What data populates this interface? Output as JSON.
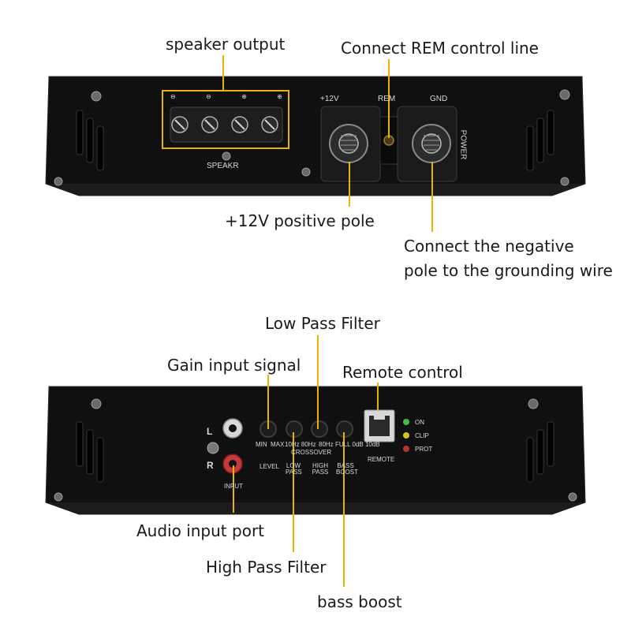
{
  "callouts": {
    "speaker_output": "speaker output",
    "rem_control": "Connect REM control line",
    "positive_pole": "+12V positive pole",
    "negative_pole_line1": "Connect the negative",
    "negative_pole_line2": "pole to the grounding wire",
    "low_pass": "Low Pass Filter",
    "gain": "Gain input signal",
    "remote": "Remote control",
    "audio_input": "Audio input port",
    "high_pass": "High Pass Filter",
    "bass_boost": "bass boost"
  },
  "top_panel": {
    "speaker_polarity": [
      "⊖",
      "⊖",
      "⊕",
      "⊕"
    ],
    "speaker_label": "SPEAKR",
    "plus12v": "+12V",
    "rem": "REM",
    "gnd": "GND",
    "power": "POWER"
  },
  "bottom_panel": {
    "left": "L",
    "right": "R",
    "input": "INPUT",
    "level_min": "MIN",
    "level_max": "MAX",
    "lowpass_range": "10Hz 80Hz",
    "highpass_range": "80Hz",
    "crossover": "CROSSOVER",
    "bass_range": "FULL 0dB  10dB",
    "level": "LEVEL",
    "low_pass": "LOW PASS",
    "high_pass": "HIGH PASS",
    "bass_boost": "BASS BOOST",
    "remote": "REMOTE",
    "leds": [
      {
        "label": "ON",
        "color": "#3fbf3f"
      },
      {
        "label": "CLIP",
        "color": "#d8c21a"
      },
      {
        "label": "PROT",
        "color": "#b8322a"
      }
    ]
  },
  "colors": {
    "callout_line": "#e8b400",
    "panel": "#121212",
    "panel_edge": "#2a2a2a"
  }
}
